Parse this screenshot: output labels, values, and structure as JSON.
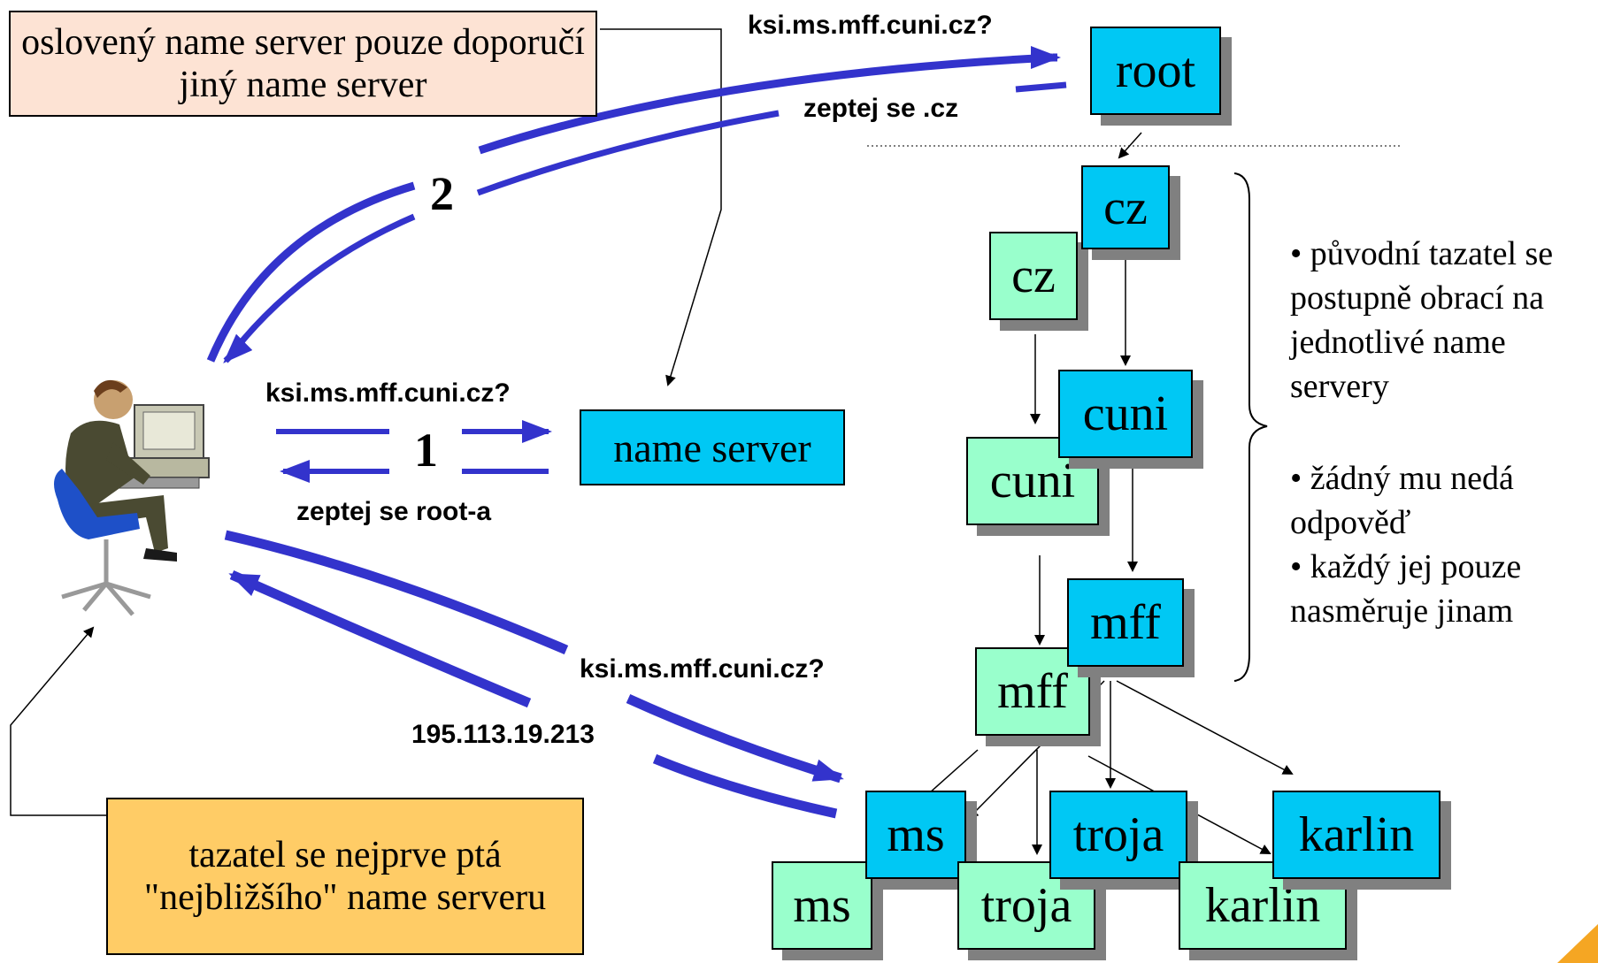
{
  "notes": {
    "top": "oslovený name server pouze doporučí jiný name server",
    "bottom": "tazatel se nejprve ptá \"nejbližšího\" name serveru"
  },
  "labels": {
    "query_root": "ksi.ms.mff.cuni.cz?",
    "reply_root": "zeptej se .cz",
    "query_local": "ksi.ms.mff.cuni.cz?",
    "reply_local": "zeptej se root-a",
    "query_final": "ksi.ms.mff.cuni.cz?",
    "answer": "195.113.19.213",
    "step1": "1",
    "step2": "2"
  },
  "nodes": {
    "root": "root",
    "name_server": "name server",
    "cz_blue": "cz",
    "cz_green": "cz",
    "cuni_blue": "cuni",
    "cuni_green": "cuni",
    "mff_blue": "mff",
    "mff_green": "mff",
    "ms_blue": "ms",
    "ms_green": "ms",
    "troja_blue": "troja",
    "troja_green": "troja",
    "karlin_blue": "karlin",
    "karlin_green": "karlin"
  },
  "side_notes": {
    "p1": "• původní tazatel se postupně obrací na jednotlivé name servery",
    "p2": "• žádný mu nedá odpověď",
    "p3": "• každý jej pouze nasměruje jinam"
  },
  "colors": {
    "arrow": "#3333cc",
    "node_blue": "#00c8f4",
    "node_green": "#99ffcc",
    "note_top": "#fde3d4",
    "note_bottom": "#ffcc66",
    "corner_accent": "#f5a623"
  },
  "icons": {
    "person": "person-at-computer-icon"
  }
}
